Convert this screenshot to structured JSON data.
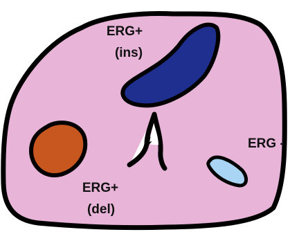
{
  "labels": {
    "erg_plus_ins_line1": "ERG+",
    "erg_plus_ins_line2": "(ins)",
    "erg_minus": "ERG -",
    "erg_plus_del_line1": "ERG+",
    "erg_plus_del_line2": "(del)"
  },
  "colors": {
    "background": "#ffffff",
    "tissue": "#e8b4d8",
    "outline": "#000000",
    "erg_plus_ins_gland": "#1f2f8f",
    "erg_plus_del_gland": "#c8561f",
    "erg_minus_gland": "#a9d4f4",
    "duct_lumen": "#ffffff",
    "text": "#111111"
  }
}
